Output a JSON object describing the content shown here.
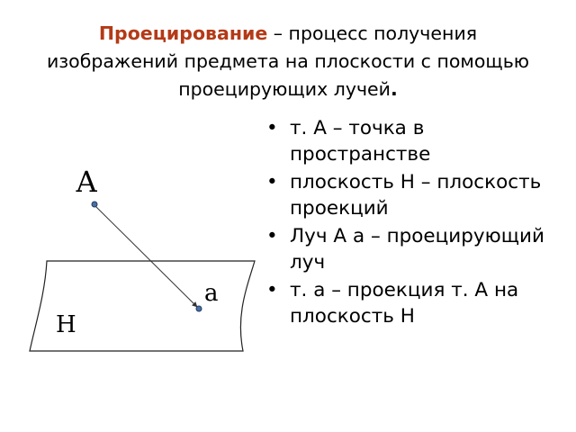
{
  "title": {
    "term": "Проецирование",
    "line1_rest": " – процесс получения",
    "line2": "изображений предмета на плоскости с помощью",
    "line3": "проецирующих лучей",
    "line3_end": "."
  },
  "bullets": [
    "т. А – точка в пространстве",
    "плоскость Н – плоскость проекций",
    "Луч А а – проецирующий луч",
    "т. а – проекция т. А на плоскость Н"
  ],
  "diagram": {
    "point_label": "А",
    "projection_label": "а",
    "plane_label": "Н",
    "point_color": "#4a6fa5"
  }
}
